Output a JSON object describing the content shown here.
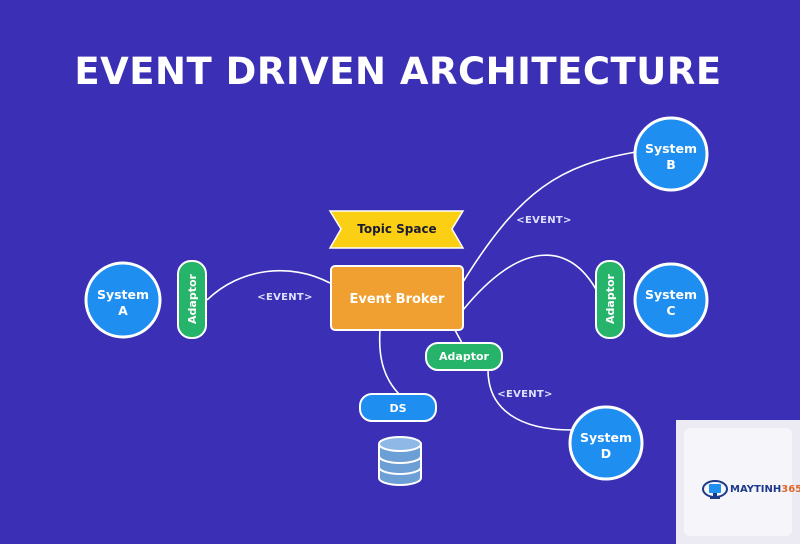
{
  "title": "EVENT DRIVEN ARCHITECTURE",
  "nodes": {
    "system_a": {
      "line1": "System",
      "line2": "A"
    },
    "system_b": {
      "line1": "System",
      "line2": "B"
    },
    "system_c": {
      "line1": "System",
      "line2": "C"
    },
    "system_d": {
      "line1": "System",
      "line2": "D"
    },
    "event_broker": "Event Broker",
    "topic_space": "Topic Space",
    "ds": "DS"
  },
  "adaptors": {
    "left": "Adaptor",
    "right": "Adaptor",
    "bottom": "Adaptor"
  },
  "event_labels": {
    "left": "<EVENT>",
    "upper_right": "<EVENT>",
    "lower_right": "<EVENT>"
  },
  "logo": {
    "brand_main": "MAYTINH",
    "brand_accent": "365",
    "icon": "monitor-logo-icon"
  },
  "colors": {
    "background": "#3a2fb5",
    "system_circle": "#1e8ff0",
    "adaptor": "#26b36a",
    "broker": "#f0a030",
    "topic_space": "#fbd014",
    "ds_pill": "#1e8ff0",
    "database": "#6b9fd6"
  }
}
